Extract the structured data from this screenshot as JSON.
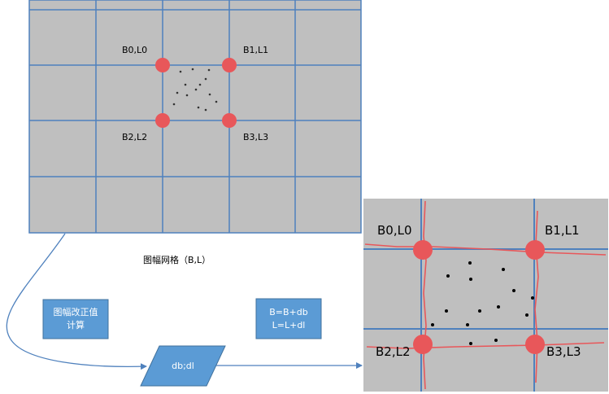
{
  "left_grid": {
    "labels": {
      "b0": "B0,L0",
      "b1": "B1,L1",
      "b2": "B2,L2",
      "b3": "B3,L3"
    },
    "caption": "图幅网格（B,L）"
  },
  "right_grid": {
    "labels": {
      "b0": "B0,L0",
      "b1": "B1,L1",
      "b2": "B2,L2",
      "b3": "B3,L3"
    }
  },
  "process": {
    "correction_box": {
      "line1": "图幅改正值",
      "line2": "计算"
    },
    "formula_box": {
      "line1": "B=B+db",
      "line2": "L=L+dl"
    },
    "output_parallelogram": "db;dl"
  },
  "colors": {
    "grid_fill": "#bfbfbf",
    "grid_line": "#4f81bd",
    "corner_dot": "#e8575a",
    "box_fill": "#5b9bd5",
    "correction_line": "#e8575a"
  }
}
